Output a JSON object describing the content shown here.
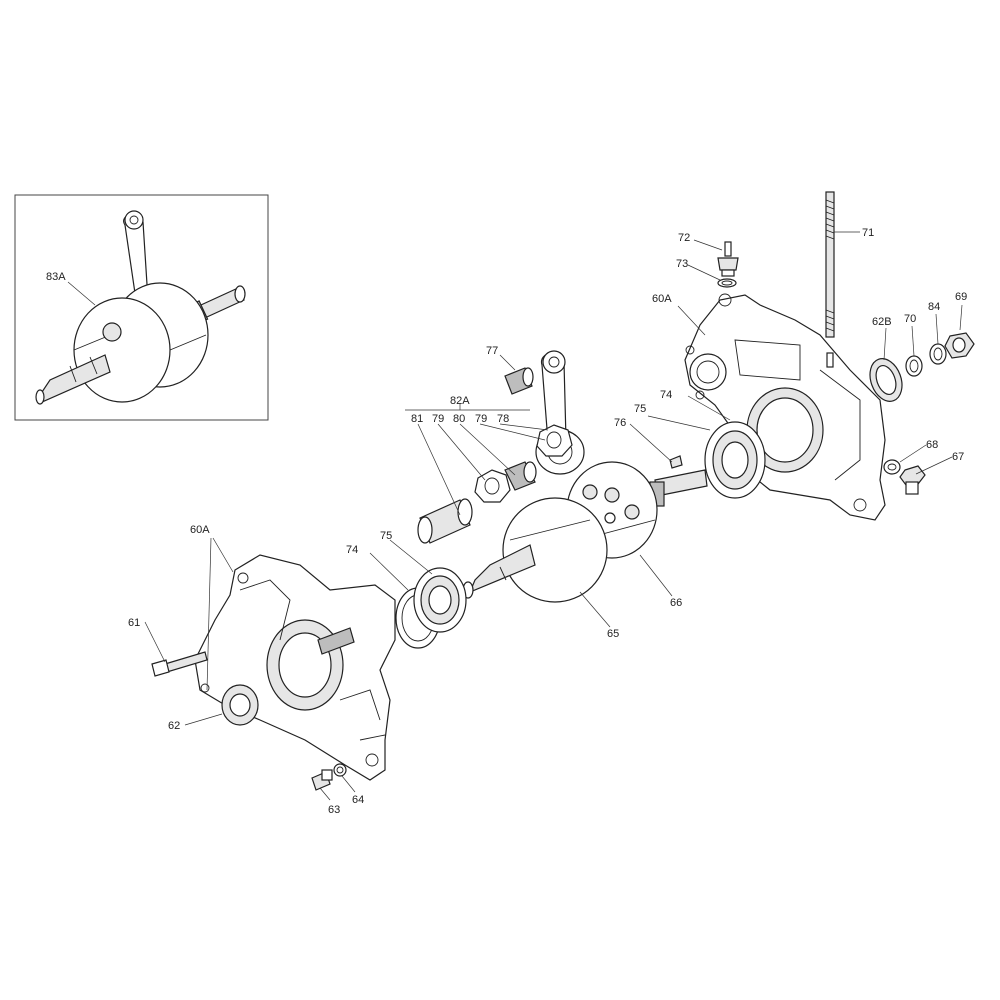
{
  "labels": {
    "l83A": "83A",
    "l72": "72",
    "l71": "71",
    "l73": "73",
    "l60A_right": "60A",
    "l62B": "62B",
    "l70": "70",
    "l84": "84",
    "l69": "69",
    "l77": "77",
    "l82A": "82A",
    "l81": "81",
    "l79a": "79",
    "l80": "80",
    "l79b": "79",
    "l78": "78",
    "l75_right": "75",
    "l74_right": "74",
    "l76": "76",
    "l68": "68",
    "l67": "67",
    "l60A_left": "60A",
    "l74_left": "74",
    "l75_left": "75",
    "l61": "61",
    "l62": "62",
    "l66": "66",
    "l65": "65",
    "l63": "63",
    "l64": "64"
  }
}
